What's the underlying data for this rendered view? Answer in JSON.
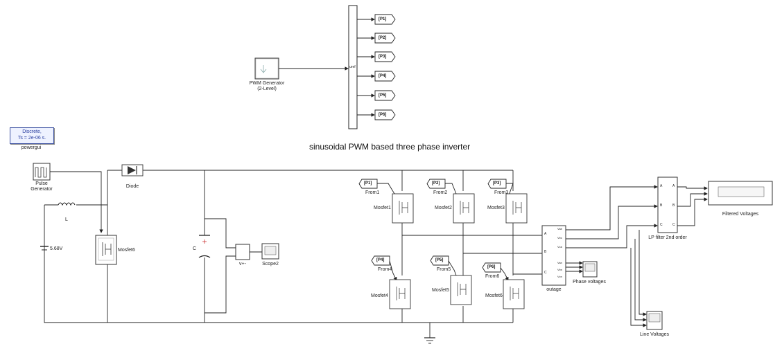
{
  "title": "sinusoidal PWM based three phase inverter",
  "powergui": {
    "line1": "Discrete,",
    "line2": "Ts = 2e-06 s.",
    "label": "powergui"
  },
  "pwm_generator": {
    "label_line1": "PWM Generator",
    "label_line2": "(2-Level)"
  },
  "demux_port_label": "uref",
  "goto_tags": [
    "[P1]",
    "[P2]",
    "[P3]",
    "[P4]",
    "[P5]",
    "[P6]"
  ],
  "from_blocks": [
    {
      "tag": "[P1]",
      "label": "From1"
    },
    {
      "tag": "[P2]",
      "label": "From2"
    },
    {
      "tag": "[P3]",
      "label": "From3"
    },
    {
      "tag": "[P4]",
      "label": "From4"
    },
    {
      "tag": "[P5]",
      "label": "From5"
    },
    {
      "tag": "[P6]",
      "label": "From6"
    }
  ],
  "boost": {
    "pulse_label_line1": "Pulse",
    "pulse_label_line2": "Generator",
    "inductor_label": "L",
    "diode_label": "Diode",
    "source_label": "5.68V",
    "switch_label": "Mosfet6",
    "capacitor_label": "C",
    "sensor_label": "v+-",
    "scope_label": "Scope2"
  },
  "mosfets": [
    "Mosfet1",
    "Mosfet2",
    "Mosfet3",
    "Mosfet4",
    "Mosfet5",
    "Mosfet6"
  ],
  "measurement": {
    "label": "outage",
    "in_ports": [
      "A",
      "B",
      "C"
    ],
    "out_ports": [
      "Vab",
      "Vbc",
      "Vca",
      "Van",
      "Vbn",
      "Vcn"
    ]
  },
  "phase_scope_label": "Phase voltages",
  "line_scope_label": "Line Voltages",
  "filter": {
    "label": "LP filter 2nd order",
    "in_ports": [
      "A",
      "B",
      "C"
    ],
    "out_ports": [
      "A",
      "B",
      "C"
    ]
  },
  "filtered_label": "Filtered Voltages"
}
